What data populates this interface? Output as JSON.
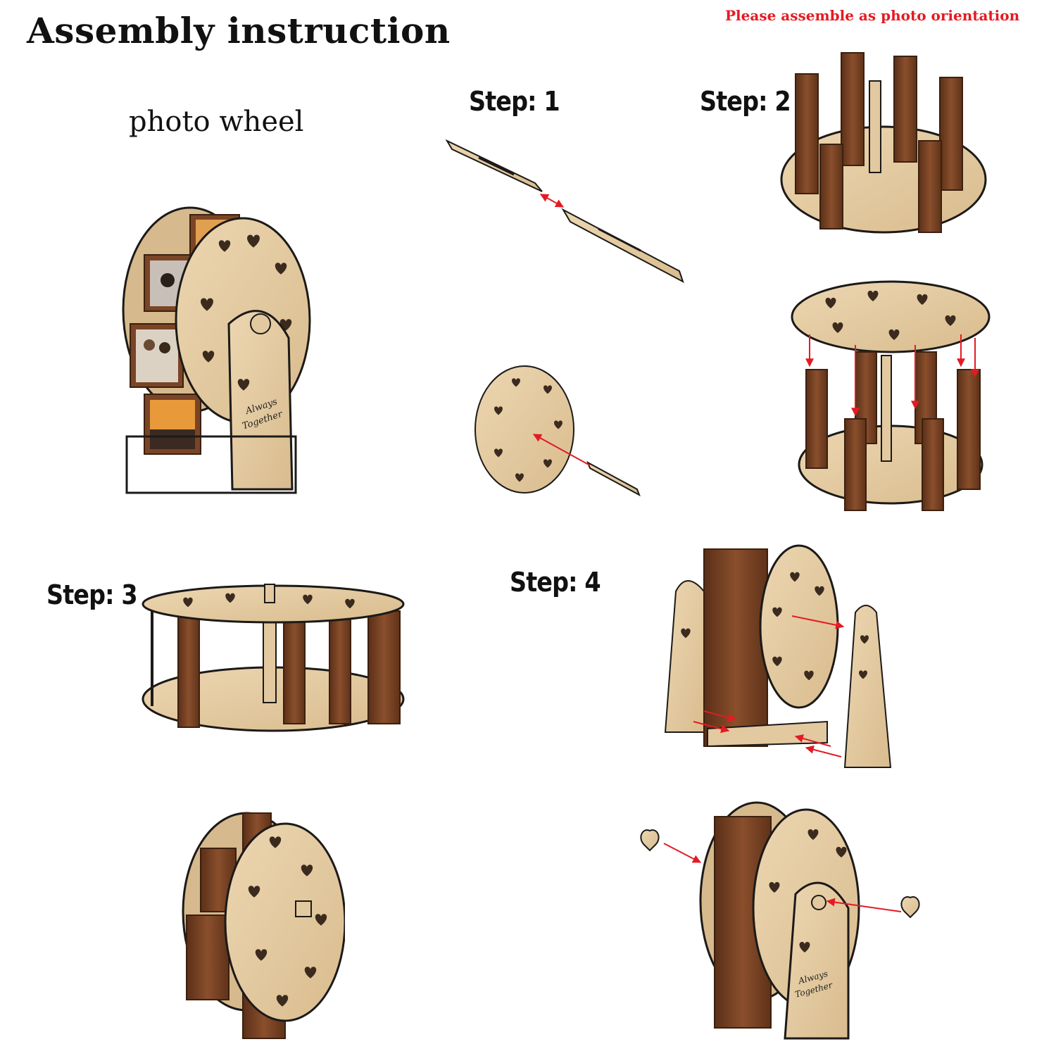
{
  "header": {
    "title": "Assembly instruction",
    "notice": "Please assemble as photo orientation"
  },
  "product": {
    "name": "photo wheel"
  },
  "engraving": {
    "line1": "Always",
    "line2": "Together"
  },
  "steps": [
    {
      "label": "Step: 1"
    },
    {
      "label": "Step: 2"
    },
    {
      "label": "Step: 3"
    },
    {
      "label": "Step: 4"
    }
  ],
  "colors": {
    "plywood": "#e3c9a0",
    "plywood_edge": "#1c1a18",
    "walnut": "#7a4426",
    "walnut_dark": "#4e2a15",
    "arrow": "#e31b23",
    "text": "#111111",
    "notice": "#e31b23"
  }
}
